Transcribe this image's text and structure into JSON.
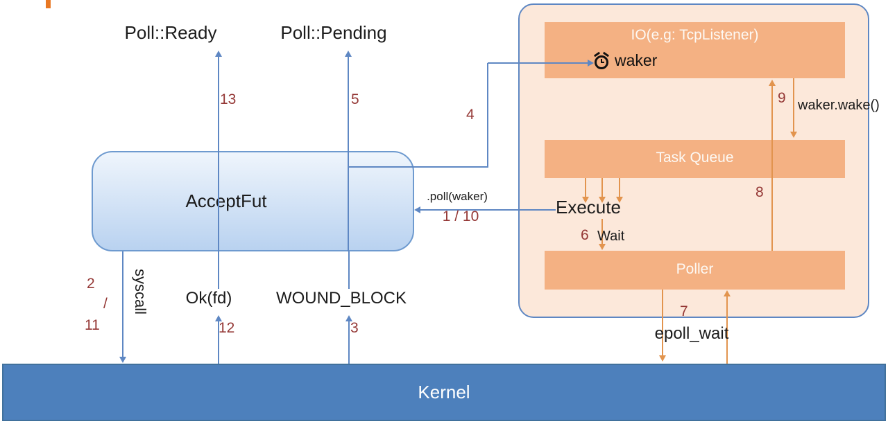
{
  "colors": {
    "blue_line": "#5E87C3",
    "orange_line": "#E2944E",
    "seq_number": "#943735",
    "panel_fill": "#FCE8DA",
    "box_orange": "#F4B183",
    "kernel_fill": "#4D80BC",
    "kernel_border": "#41719C",
    "future_border": "#6E9ACF",
    "accent_tick": "#E87722"
  },
  "icons": {
    "waker_icon": "alarm-clock"
  },
  "results": {
    "poll_ready": "Poll::Ready",
    "poll_pending": "Poll::Pending"
  },
  "future_box": {
    "label": "AcceptFut"
  },
  "runtime": {
    "io_box_title": "IO(e.g: TcpListener)",
    "waker_label": "waker",
    "task_queue_title": "Task Queue",
    "poller_title": "Poller",
    "execute_label": "Execute",
    "wait_label": "Wait"
  },
  "kernel": {
    "label": "Kernel"
  },
  "calls": {
    "poll": ".poll(waker)",
    "syscall": "syscall",
    "ok_fd": "Ok(fd)",
    "wound_block": "WOUND_BLOCK",
    "epoll_wait": "epoll_wait",
    "waker_wake": "waker.wake()"
  },
  "seq": {
    "s1_10": "1 / 10",
    "s2": "2",
    "slash": "/",
    "s11": "11",
    "s3": "3",
    "s4": "4",
    "s5": "5",
    "s6": "6",
    "s7": "7",
    "s8": "8",
    "s9": "9",
    "s12": "12",
    "s13": "13"
  }
}
